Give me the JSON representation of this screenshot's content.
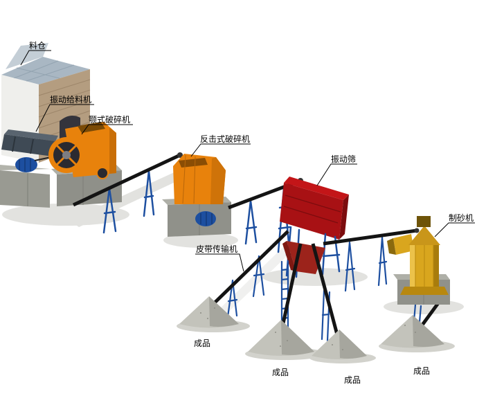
{
  "labels": {
    "hopper": "料仓",
    "vibrating_feeder": "振动给料机",
    "jaw_crusher": "颚式破碎机",
    "impact_crusher": "反击式破碎机",
    "vibrating_screen": "振动筛",
    "sand_maker": "制砂机",
    "belt_conveyor": "皮带传输机",
    "product_pile_1": "成品",
    "product_pile_2": "成品",
    "product_pile_3": "成品",
    "product_pile_4": "成品"
  },
  "colors": {
    "machine_orange": "#e8820c",
    "screen_red": "#a81114",
    "sand_maker_yellow": "#d9a61e",
    "support_blue": "#1d4fa0",
    "belt_black": "#141414",
    "pile_gray": "#b3b3ab",
    "background": "#ffffff"
  }
}
